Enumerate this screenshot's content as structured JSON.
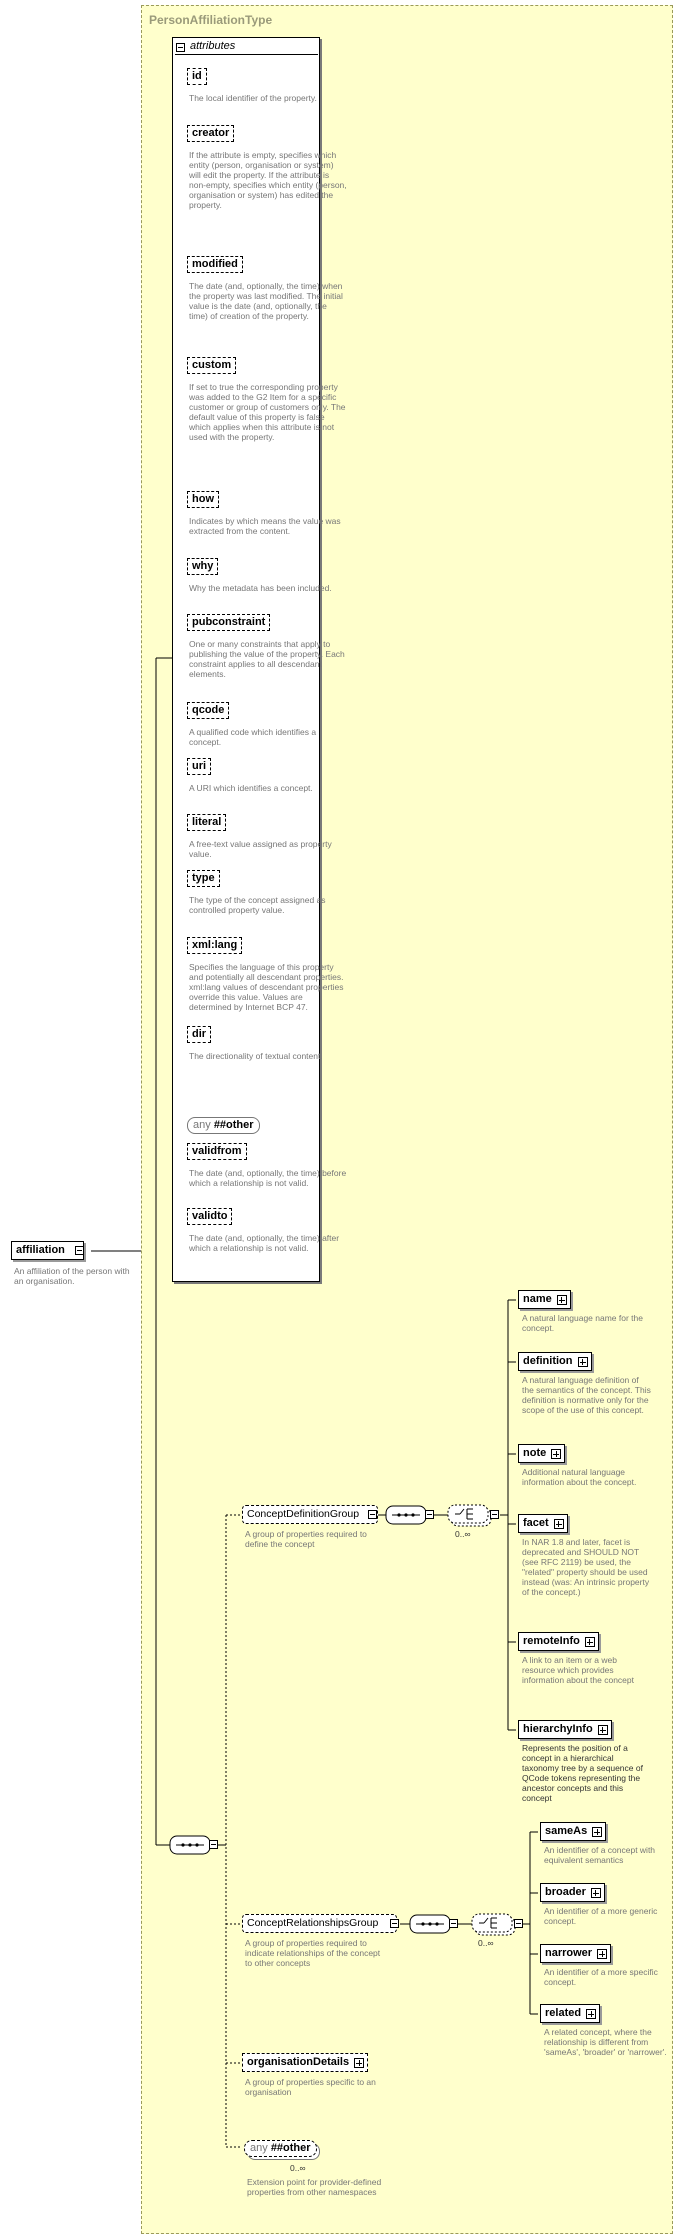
{
  "type_name": "PersonAffiliationType",
  "attributes_header": "attributes",
  "root": {
    "name": "affiliation",
    "desc": "An affiliation of the person with an organisation."
  },
  "attributes": [
    {
      "name": "id",
      "desc": "The local identifier of the property."
    },
    {
      "name": "creator",
      "desc": "If the attribute is empty, specifies which entity (person, organisation or system) will edit the property. If the attribute is non-empty, specifies which entity (person, organisation or system) has edited the property."
    },
    {
      "name": "modified",
      "desc": "The date (and, optionally, the time) when the property was last modified. The initial value is the date (and, optionally, the time) of creation of the property."
    },
    {
      "name": "custom",
      "desc": "If set to true the corresponding property was added to the G2 Item for a specific customer or group of customers only. The default value of this property is false which applies when this attribute is not used with the property."
    },
    {
      "name": "how",
      "desc": "Indicates by which means the value was extracted from the content."
    },
    {
      "name": "why",
      "desc": "Why the metadata has been included."
    },
    {
      "name": "pubconstraint",
      "desc": "One or many constraints that apply to publishing the value of the property. Each constraint applies to all descendant elements."
    },
    {
      "name": "qcode",
      "desc": "A qualified code which identifies a concept."
    },
    {
      "name": "uri",
      "desc": "A URI which identifies a concept."
    },
    {
      "name": "literal",
      "desc": "A free-text value assigned as property value."
    },
    {
      "name": "type",
      "desc": "The type of the concept assigned as controlled property value."
    },
    {
      "name": "xml:lang",
      "desc": "Specifies the language of this property and potentially all descendant properties. xml:lang values of descendant properties override this value. Values are determined by Internet BCP 47."
    },
    {
      "name": "dir",
      "desc": "The directionality of textual content."
    }
  ],
  "attr_any": {
    "prefix": "any",
    "value": "##other"
  },
  "attributes_tail": [
    {
      "name": "validfrom",
      "desc": "The date (and, optionally, the time) before which a relationship is not valid."
    },
    {
      "name": "validto",
      "desc": "The date (and, optionally, the time) after which a relationship is not valid."
    }
  ],
  "groups": {
    "concept_definition": {
      "name": "ConceptDefinitionGroup",
      "desc": "A group of properties required to define the concept",
      "cardinality": "0..∞",
      "elements": [
        {
          "name": "name",
          "desc": "A natural language name for the concept."
        },
        {
          "name": "definition",
          "desc": "A natural language definition of the semantics of the concept. This definition is normative only for the scope of the use of this concept."
        },
        {
          "name": "note",
          "desc": "Additional natural language information about the concept."
        },
        {
          "name": "facet",
          "desc": "In NAR 1.8 and later, facet is deprecated and SHOULD NOT (see RFC 2119) be used, the \"related\" property should be used instead (was: An intrinsic property of the concept.)"
        },
        {
          "name": "remoteInfo",
          "desc": "A link to an item or a web resource which provides information about the concept"
        },
        {
          "name": "hierarchyInfo",
          "desc": "Represents the position of a concept in a hierarchical taxonomy tree by a sequence of QCode tokens representing the ancestor concepts and this concept"
        }
      ]
    },
    "concept_relationships": {
      "name": "ConceptRelationshipsGroup",
      "desc": "A group of properties required to indicate relationships of the concept to other concepts",
      "cardinality": "0..∞",
      "elements": [
        {
          "name": "sameAs",
          "desc": "An identifier of a concept with equivalent semantics"
        },
        {
          "name": "broader",
          "desc": "An identifier of a more generic concept."
        },
        {
          "name": "narrower",
          "desc": "An identifier of a more specific concept."
        },
        {
          "name": "related",
          "desc": "A related concept, where the relationship is different from 'sameAs', 'broader' or 'narrower'."
        }
      ]
    },
    "organisation_details": {
      "name": "organisationDetails",
      "desc": "A group of properties specific to an organisation"
    },
    "any_other": {
      "prefix": "any",
      "value": "##other",
      "cardinality": "0..∞",
      "desc": "Extension point for provider-defined properties from other namespaces"
    }
  }
}
